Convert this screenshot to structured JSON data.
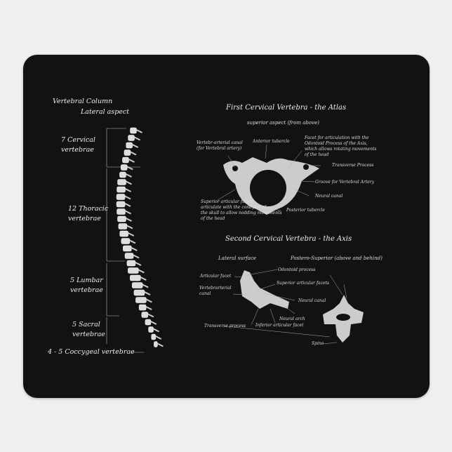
{
  "spine": {
    "title": "Vertebral Column",
    "subtitle": "Lateral aspect",
    "regions": [
      {
        "line1": "7 Cervical",
        "line2": "vertebrae"
      },
      {
        "line1": "12 Thoracic",
        "line2": "vertebrae"
      },
      {
        "line1": "5 Lumbar",
        "line2": "vertebrae"
      },
      {
        "line1": "5 Sacral",
        "line2": "vertebrae"
      },
      {
        "line1": "4 - 5 Coccygeal vertebrae",
        "line2": ""
      }
    ]
  },
  "atlas": {
    "title": "First Cervical Vertebra - the Atlas",
    "subtitle": "superior aspect (from above)",
    "labels": {
      "vertebro_arterial": [
        "Vertebr-arterial canal",
        "(for Vertebral artery)"
      ],
      "anterior_tubercle": "Anterior tubercle",
      "facet": [
        "Facet for articulation with the",
        "Odontoid Process of the Axis,",
        "which allows rotating movements",
        "of the head"
      ],
      "transverse": "Transverse Process",
      "groove": "Groove for Vertebral Artery",
      "neural_canal": "Neural canal",
      "posterior_tubercle": "Posterior tubercle",
      "superior_facets": [
        "Superior articular facets",
        "articulate with the condyles of",
        "the skull to allow nodding movements",
        "of the head"
      ]
    }
  },
  "axis": {
    "title": "Second Cervical Vertebra - the Axis",
    "lateral": "Lateral surface",
    "postero": "Postero-Superior (above and behind)",
    "labels": {
      "articular_facet": "Articular facet",
      "vertebrarterial": [
        "Vertebrarterial",
        "canal"
      ],
      "odontoid": "Odontoid process",
      "superior_facets": "Superior articular facets",
      "neural_canal": "Neural canal",
      "neural_arch": "Neural arch",
      "transverse": "Transverse process",
      "inferior_facet": "Inferior articular facet",
      "spine": "Spine"
    }
  }
}
